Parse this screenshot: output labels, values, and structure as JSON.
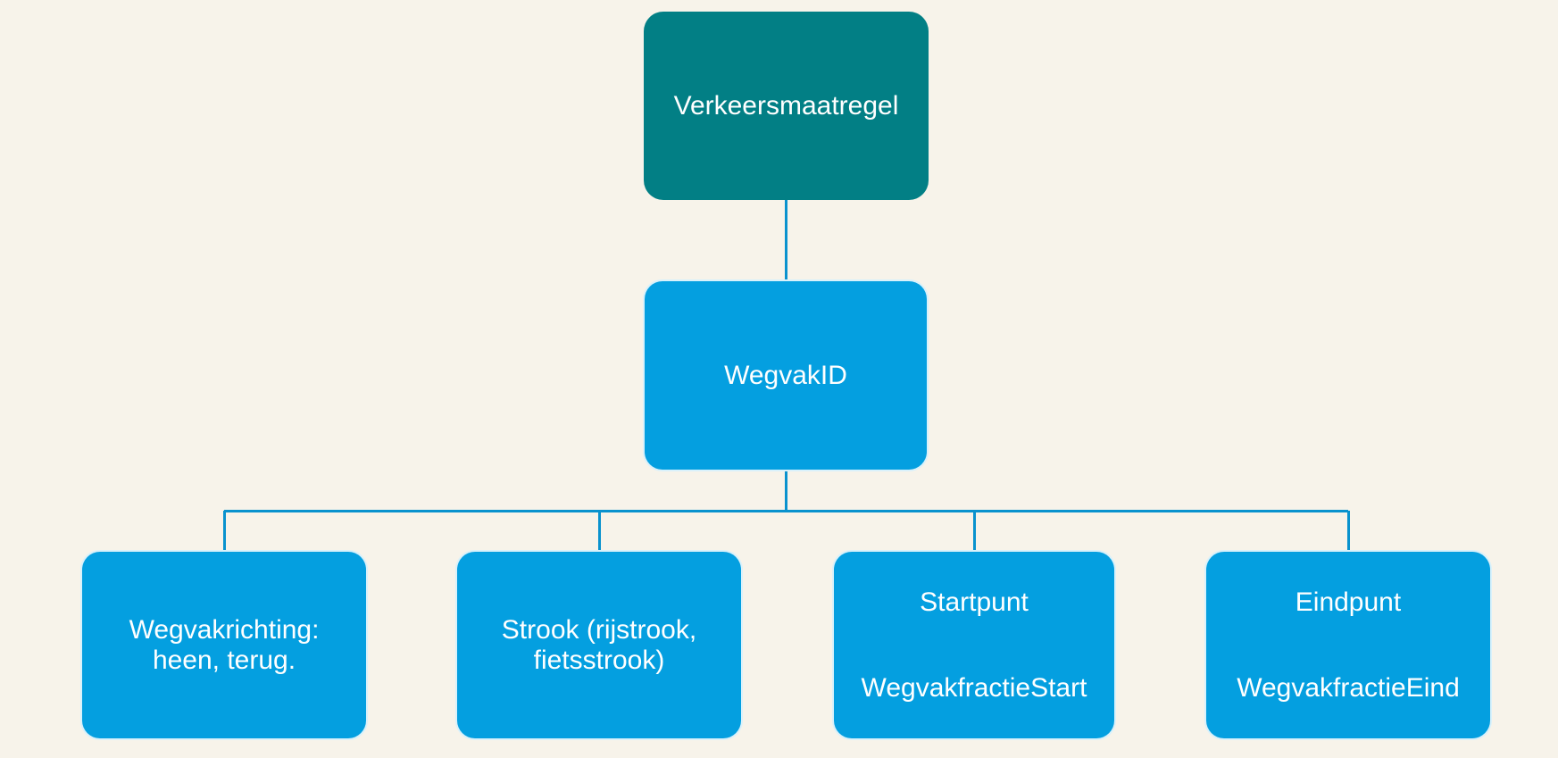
{
  "palette": {
    "background": "#F7F3EA",
    "node_primary": "#027F85",
    "node_secondary": "#049FE0",
    "connector": "#0992CE",
    "text": "#FFFFFF"
  },
  "diagram": {
    "root": {
      "label": "Verkeersmaatregel"
    },
    "mid": {
      "label": "WegvakID"
    },
    "leaves": [
      {
        "lines": [
          "Wegvakrichting:",
          "heen, terug."
        ]
      },
      {
        "lines": [
          "Strook (rijstrook,",
          "fietsstrook)"
        ]
      },
      {
        "lines": [
          "Startpunt",
          "",
          "WegvakfractieStart"
        ]
      },
      {
        "lines": [
          "Eindpunt",
          "",
          "WegvakfractieEind"
        ]
      }
    ]
  }
}
